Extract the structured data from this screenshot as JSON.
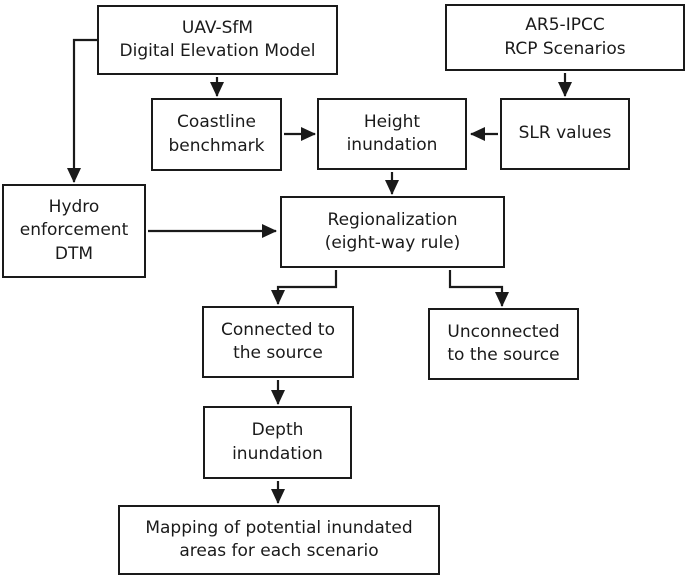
{
  "nodes": {
    "uav": {
      "lines": [
        "UAV-SfM",
        "Digital Elevation Model"
      ]
    },
    "ar5": {
      "lines": [
        "AR5-IPCC",
        "RCP Scenarios"
      ]
    },
    "coastline": {
      "lines": [
        "Coastline",
        "benchmark"
      ]
    },
    "height": {
      "lines": [
        "Height",
        "inundation"
      ]
    },
    "slr": {
      "lines": [
        "SLR values"
      ]
    },
    "hydro": {
      "lines": [
        "Hydro",
        "enforcement",
        "DTM"
      ]
    },
    "regionalization": {
      "lines": [
        "Regionalization",
        "(eight-way rule)"
      ]
    },
    "connected": {
      "lines": [
        "Connected to",
        "the source"
      ]
    },
    "unconnected": {
      "lines": [
        "Unconnected",
        "to the source"
      ]
    },
    "depth": {
      "lines": [
        "Depth",
        "inundation"
      ]
    },
    "mapping": {
      "lines": [
        "Mapping of potential inundated",
        "areas for each scenario"
      ]
    }
  },
  "edges": [
    {
      "from": "uav",
      "to": "coastline"
    },
    {
      "from": "uav",
      "to": "hydro"
    },
    {
      "from": "coastline",
      "to": "height"
    },
    {
      "from": "ar5",
      "to": "slr"
    },
    {
      "from": "slr",
      "to": "height"
    },
    {
      "from": "height",
      "to": "regionalization"
    },
    {
      "from": "hydro",
      "to": "regionalization"
    },
    {
      "from": "regionalization",
      "to": "connected"
    },
    {
      "from": "regionalization",
      "to": "unconnected"
    },
    {
      "from": "connected",
      "to": "depth"
    },
    {
      "from": "depth",
      "to": "mapping"
    }
  ],
  "colors": {
    "line": "#1a1a1a",
    "text": "#1a1a1a",
    "box_fill": "#ffffff",
    "background": "#ffffff"
  }
}
